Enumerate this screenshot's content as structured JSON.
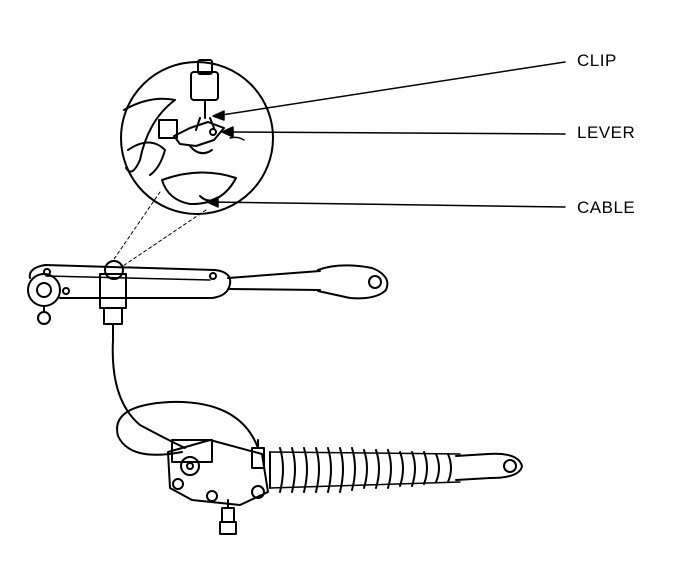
{
  "diagram": {
    "labels": {
      "clip": "CLIP",
      "lever": "LEVER",
      "cable": "CABLE"
    },
    "colors": {
      "ink": "#000000",
      "paper": "#ffffff"
    }
  }
}
